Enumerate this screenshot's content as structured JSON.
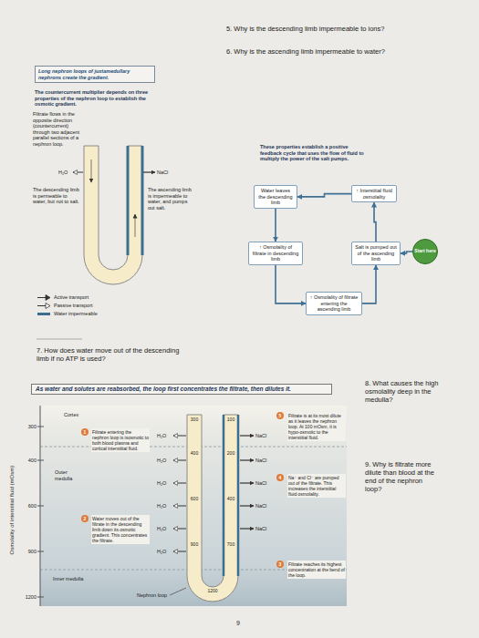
{
  "diagram": {
    "nodes": [
      {
        "text": [
          "Long nephron loops of juxtamedullary nephrons create the gradient."
        ]
      },
      {
        "text": [
          "Water leaves the descending limb"
        ]
      },
      {
        "text": [
          "↑ Interstitial fluid osmolality"
        ]
      },
      {
        "text": [
          "Start here"
        ]
      },
      {
        "text": [
          "Salt is pumped out of the ascending limb"
        ]
      },
      {
        "text": [
          "↑ Osmolality of filtrate in descending limb"
        ]
      },
      {
        "text": [
          "↑ Osmolality of filtrate entering the ascending limb"
        ]
      },
      {
        "text": [
          "As water and solutes are reabsorbed, the loop first concentrates the filtrate, then dilutes it."
        ]
      }
    ],
    "edges": [
      {
        "from": 3,
        "to": 4,
        "arrow": "to"
      },
      {
        "from": 4,
        "to": 2,
        "arrow": "to"
      },
      {
        "from": 2,
        "to": 1,
        "arrow": "to"
      },
      {
        "from": 1,
        "to": 5,
        "arrow": "to"
      },
      {
        "from": 5,
        "to": 6,
        "arrow": "to"
      },
      {
        "from": 6,
        "to": 4,
        "arrow": "to"
      }
    ],
    "labels": [
      "5. Why is the descending limb impermeable to ions?",
      "6. Why is the ascending limb impermeable to water?",
      "The countercurrent multiplier depends on three properties of the nephron loop to establish the osmotic gradient.",
      "Filtrate flows in the opposite direction (countercurrent) through two adjacent parallel sections of a nephron loop.",
      "H₂O",
      "NaCl",
      "The descending limb is permeable to water, but not to salt.",
      "The ascending limb is impermeable to water, and pumps out salt.",
      "These properties establish a positive feedback cycle that uses the flow of fluid to multiply the power of the salt pumps.",
      "7. How does water move out of the descending limb if no ATP is used?",
      "8. What causes the high osmolality deep in the medulla?",
      "9. Why is filtrate more dilute than blood at the end of the nephron loop?",
      "Osmolality of interstitial fluid (mOsm)",
      "300",
      "400",
      "600",
      "900",
      "1200",
      "Cortex",
      "Outer medulla",
      "Inner medulla",
      "300",
      "100",
      "400",
      "200",
      "600",
      "400",
      "900",
      "700",
      "1200",
      "H₂O",
      "H₂O",
      "H₂O",
      "H₂O",
      "H₂O",
      "H₂O",
      "NaCl",
      "NaCl",
      "NaCl",
      "NaCl",
      "NaCl",
      "1",
      "Filtrate entering the nephron loop is isosmotic to both blood plasma and cortical interstitial fluid.",
      "2",
      "Water moves out of the filtrate in the descending limb down its osmotic gradient. This concentrates the filtrate.",
      "3",
      "Filtrate reaches its highest concentration at the bend of the loop.",
      "4",
      "Na⁺ and Cl⁻ are pumped out of the filtrate. This increases the interstitial fluid osmolality.",
      "5",
      "Filtrate is at its most dilute as it leaves the nephron loop. At 100 mOsm, it is hypo-osmotic to the interstitial fluid.",
      "Nephron loop",
      "9"
    ],
    "legend": [
      {
        "text": "Active transport"
      },
      {
        "text": "Passive transport"
      },
      {
        "text": "Water impermeable"
      }
    ]
  }
}
